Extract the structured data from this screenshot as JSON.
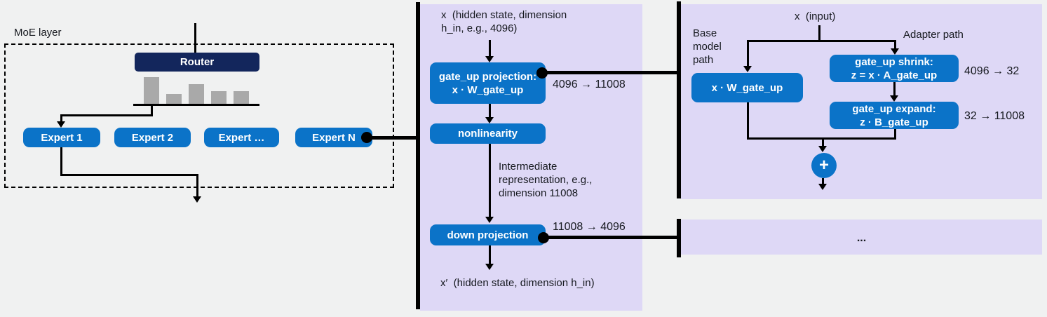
{
  "colors": {
    "background": "#f0f1f1",
    "panel_purple": "#ded8f6",
    "box_blue": "#0b73c8",
    "router_navy": "#13265c",
    "bar_gray": "#a9a9a9",
    "line_black": "#000000"
  },
  "moe": {
    "label": "MoE layer",
    "router": "Router",
    "router_bars": [
      39,
      15,
      29,
      19,
      19
    ],
    "experts": [
      "Expert 1",
      "Expert 2",
      "Expert …",
      "Expert N"
    ]
  },
  "expert_detail": {
    "input_label": "x  (hidden state, dimension h_in, e.g., 4096)",
    "gate_up_box": {
      "line1": "gate_up projection:",
      "line2": "x · W_gate_up"
    },
    "gate_up_dims": "4096 → 11008",
    "nonlinearity_box": "nonlinearity",
    "intermediate_label": "Intermediate representation, e.g., dimension 11008",
    "down_box": "down projection",
    "down_dims": "11008 → 4096",
    "output_label": "x′  (hidden state, dimension h_in)"
  },
  "lora_detail": {
    "input_label": "x  (input)",
    "base_path_label": "Base model path",
    "adapter_path_label": "Adapter path",
    "base_box": "x · W_gate_up",
    "shrink_box": {
      "line1": "gate_up shrink:",
      "line2": "z = x · A_gate_up"
    },
    "shrink_dims": "4096 → 32",
    "expand_box": {
      "line1": "gate_up expand:",
      "line2": "z · B_gate_up"
    },
    "expand_dims": "32 → 11008",
    "sum_symbol": "+"
  },
  "more_panel": {
    "ellipsis": "..."
  }
}
